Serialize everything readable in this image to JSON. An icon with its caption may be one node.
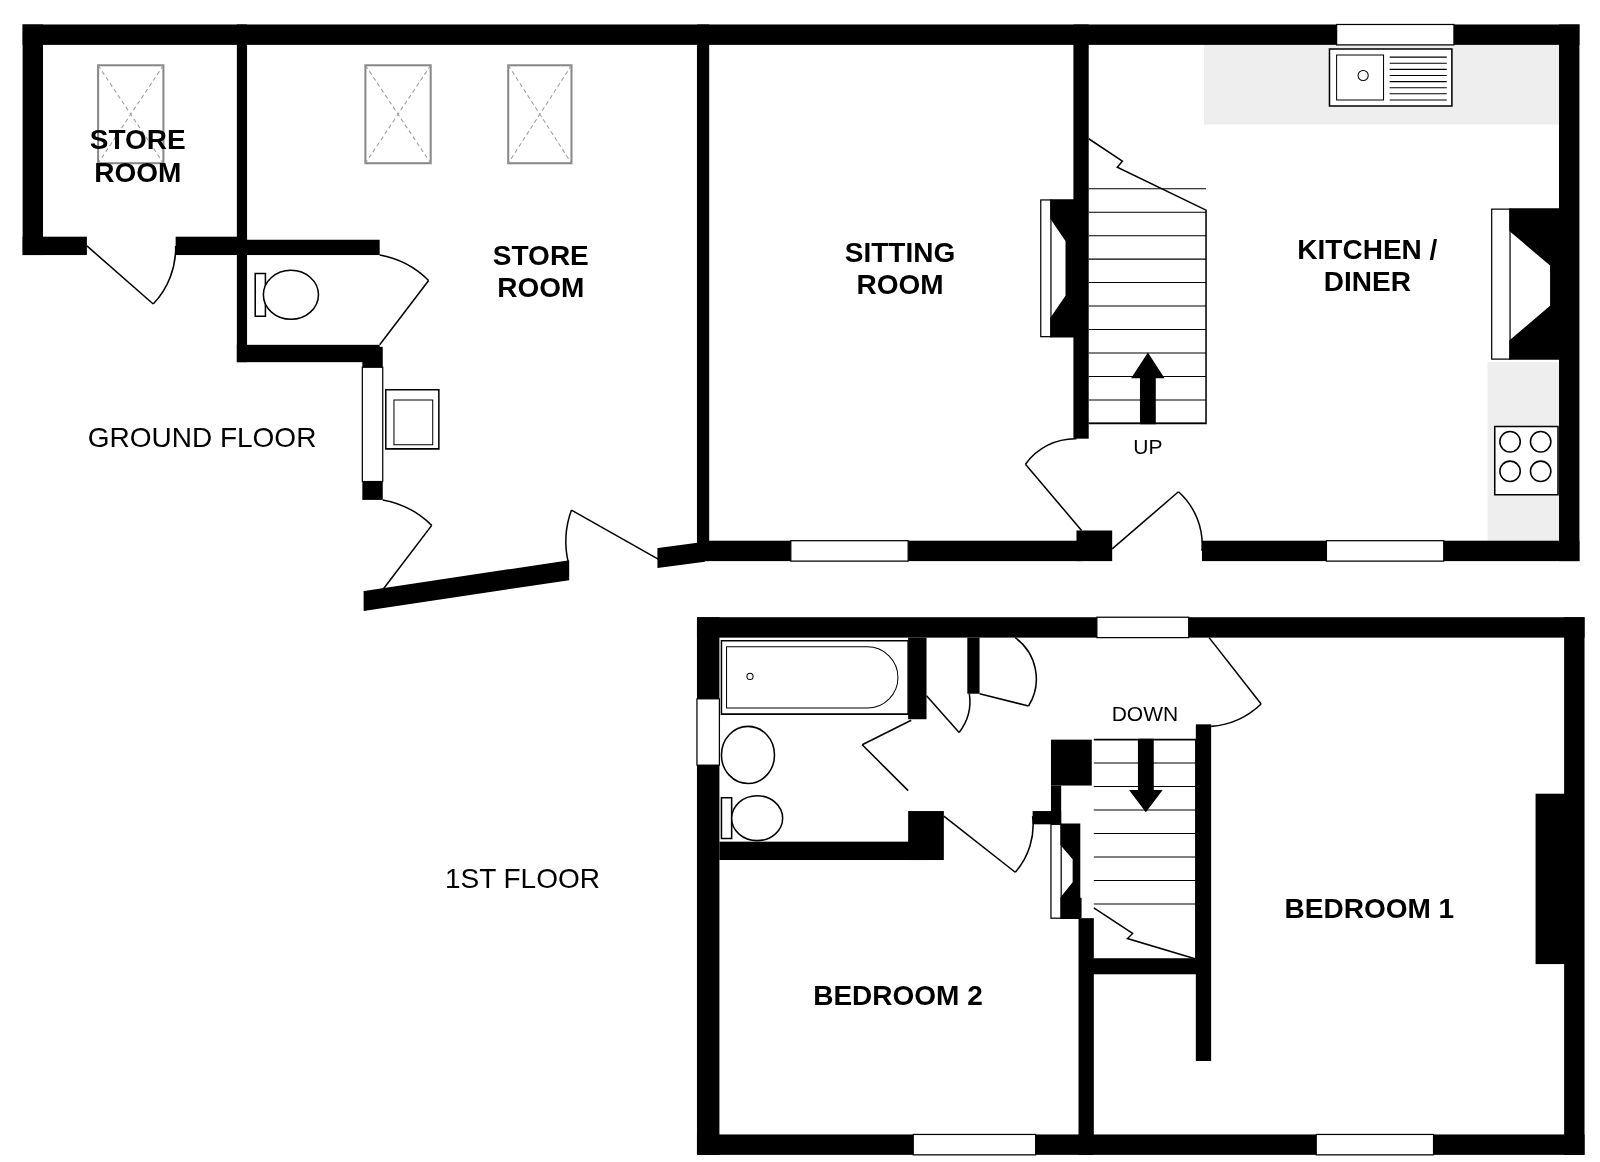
{
  "diagram": {
    "labels": [
      "STORE ROOM",
      "STORE ROOM",
      "SITTING ROOM",
      "KITCHEN / DINER",
      "GROUND FLOOR",
      "UP",
      "DOWN",
      "1ST FLOOR",
      "BEDROOM 2",
      "BEDROOM 1"
    ]
  }
}
